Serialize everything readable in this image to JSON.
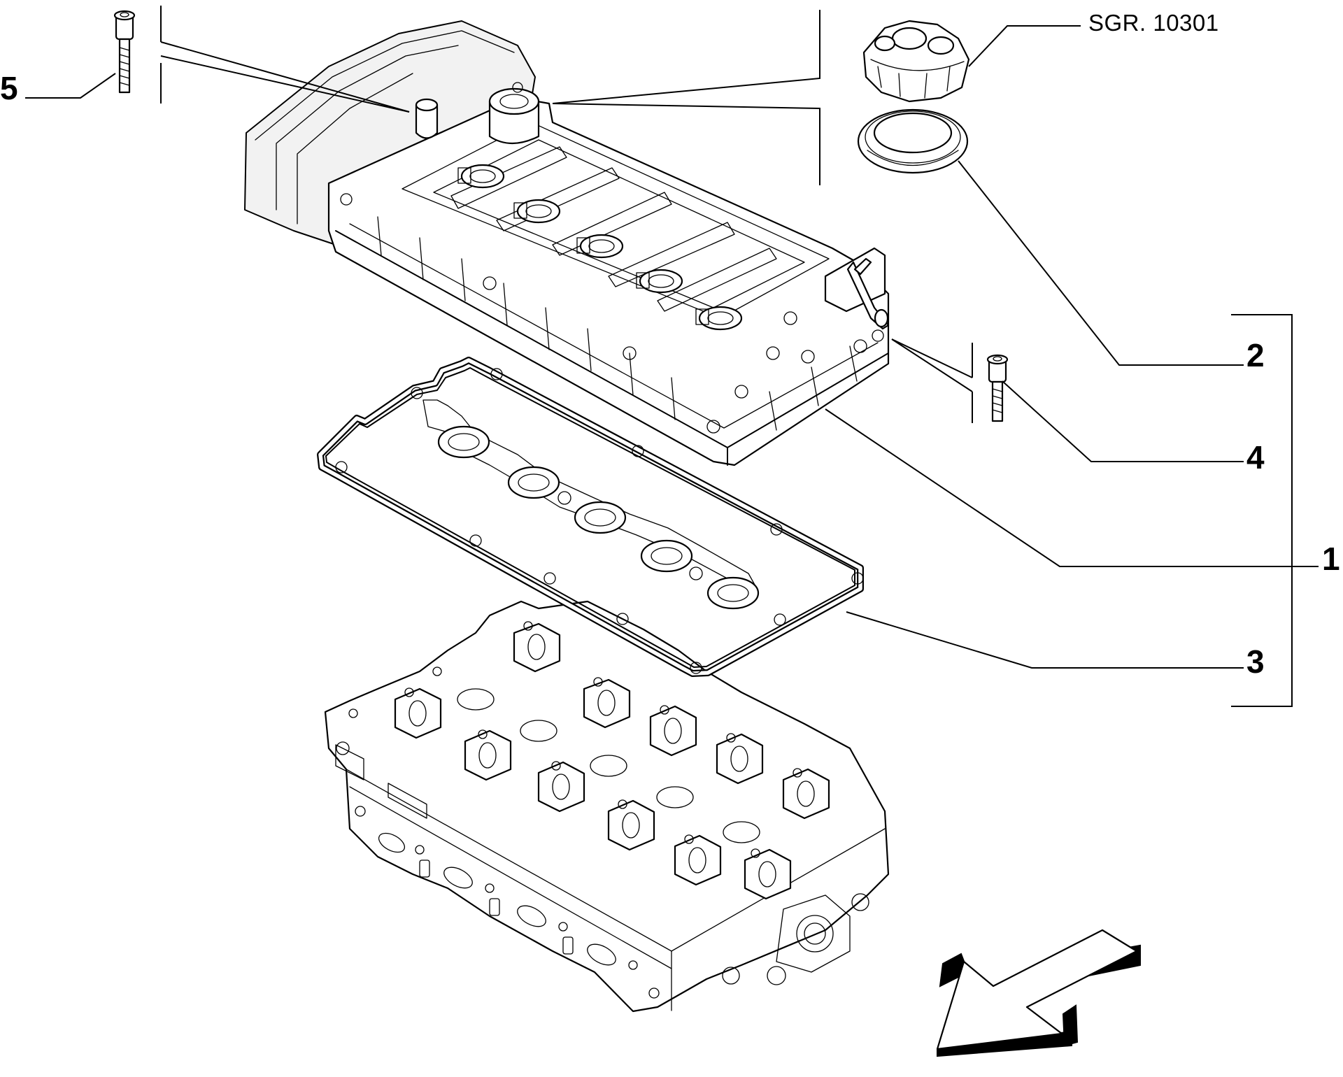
{
  "reference_code": "SGR. 10301",
  "callouts": {
    "c1": "1",
    "c2": "2",
    "c3": "3",
    "c4": "4",
    "c5": "5"
  },
  "icons": {
    "direction_arrow": "arrow-down-left-icon"
  }
}
